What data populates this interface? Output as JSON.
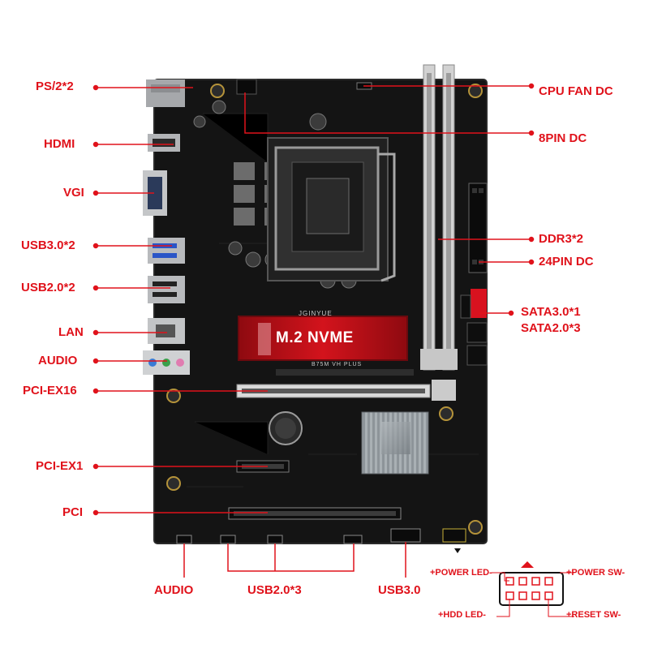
{
  "colors": {
    "label_red": "#e0121b",
    "board": "#141414",
    "nvme_red": "#c4121a",
    "dimm": "#cfcfcf",
    "heatsink": "#9aa1a6",
    "sata_red": "#d8121f"
  },
  "board": {
    "brand": "JGINYUE",
    "model": "B75M VH PLUS",
    "nvme_label": "M.2 NVME"
  },
  "labels_left": {
    "ps2": "PS/2*2",
    "hdmi": "HDMI",
    "vgi": "VGI",
    "usb30": "USB3.0*2",
    "usb20": "USB2.0*2",
    "lan": "LAN",
    "audio": "AUDIO",
    "pciex16": "PCI-EX16",
    "pciex1": "PCI-EX1",
    "pci": "PCI"
  },
  "labels_right": {
    "cpufan": "CPU FAN DC",
    "pin8": "8PIN DC",
    "ddr3": "DDR3*2",
    "pin24": "24PIN DC",
    "sata3": "SATA3.0*1",
    "sata2": "SATA2.0*3"
  },
  "labels_bottom": {
    "audio": "AUDIO",
    "usb20": "USB2.0*3",
    "usb30": "USB3.0"
  },
  "front_panel": {
    "power_led": "+POWER LED-",
    "power_sw": "+POWER SW-",
    "hdd_led": "+HDD LED-",
    "reset_sw": "+RESET SW-"
  }
}
